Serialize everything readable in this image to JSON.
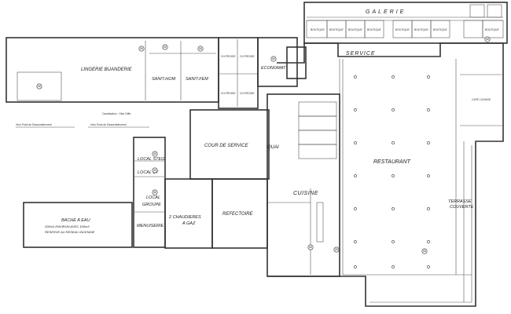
{
  "rooms": {
    "galerie": "GALERIE",
    "lingerie": "LINGERIE BUANDERIE",
    "sanit_hom": "SANIT.HOM",
    "sanit_fem": "SANIT.FEM",
    "economat": "ECONOMAT",
    "service": "SERVICE",
    "cour_de_service": "COUR DE SERVICE",
    "quai": "QUAI",
    "local_steg": "LOCAL STEG",
    "local_bt": "LOCAL BT",
    "local_groupe": [
      "LOCAL",
      "GROUPE"
    ],
    "restaurant": "RESTAURANT",
    "cuisine": "CUISINE",
    "menuiserie": "MENUISERIE",
    "chaudieres": [
      "2 CHAUDIERES",
      "A GAZ"
    ],
    "refectoire": "REFECTOIRE",
    "terrasse": [
      "TERRASSE",
      "COUVERTE"
    ],
    "bache": [
      "BACHE A EAU",
      "200m3 ENVIRON AVEC 100m3",
      "RESERVE AU RESEAU INCENDIE"
    ],
    "cafe": "CAFE LOUNGE"
  },
  "notes": {
    "vers_point_1": "Vers Point de Rassemblement",
    "vers_point_2": "Vers Point de Rassemblement",
    "canalisation": "Canalisation : Stat. Diffs."
  },
  "markers": [
    {
      "id": "m1",
      "label": "88"
    },
    {
      "id": "m2",
      "label": "88"
    },
    {
      "id": "m3",
      "label": "88"
    },
    {
      "id": "m4",
      "label": "88"
    },
    {
      "id": "m5",
      "label": "88"
    },
    {
      "id": "m6",
      "label": "88"
    },
    {
      "id": "m7",
      "label": "88"
    },
    {
      "id": "m8",
      "label": "88"
    },
    {
      "id": "m9",
      "label": "88"
    },
    {
      "id": "m10",
      "label": "88"
    },
    {
      "id": "m11",
      "label": "88"
    },
    {
      "id": "m12",
      "label": "88"
    }
  ]
}
